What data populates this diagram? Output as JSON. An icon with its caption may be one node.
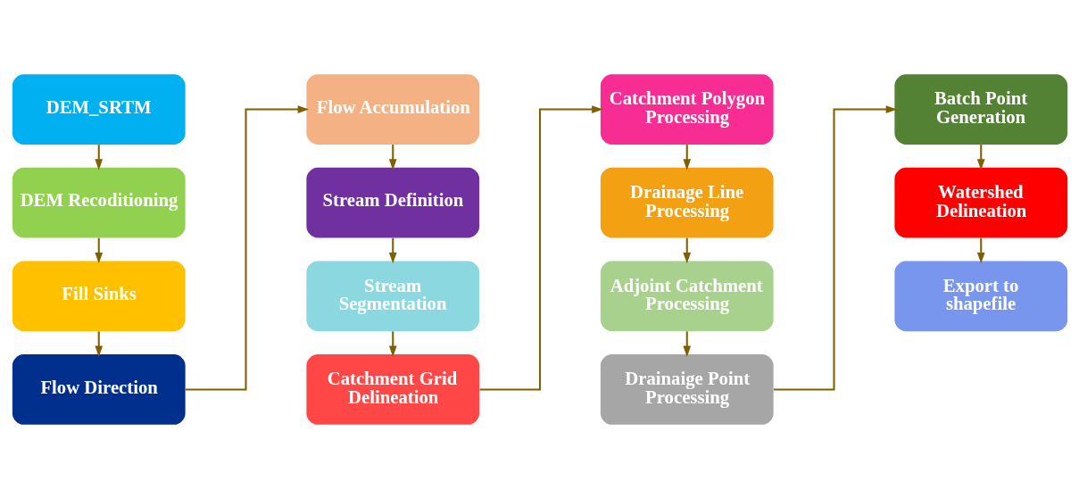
{
  "diagram": {
    "nodes": [
      {
        "text": [
          "DEM_SRTM"
        ]
      },
      {
        "text": [
          "DEM Recoditioning"
        ]
      },
      {
        "text": [
          "Fill Sinks"
        ]
      },
      {
        "text": [
          "Flow Direction"
        ]
      },
      {
        "text": [
          "Flow Accumulation"
        ]
      },
      {
        "text": [
          "Stream Definition"
        ]
      },
      {
        "text": [
          "Stream Segmentation"
        ]
      },
      {
        "text": [
          "Catchment Grid Delineation"
        ]
      },
      {
        "text": [
          "Catchment Polygon Processing"
        ]
      },
      {
        "text": [
          "Drainage Line Processing"
        ]
      },
      {
        "text": [
          "Adjoint Catchment Processing"
        ]
      },
      {
        "text": [
          "Drainaige Point Processing"
        ]
      },
      {
        "text": [
          "Batch Point Generation"
        ]
      },
      {
        "text": [
          "Watershed Delineation"
        ]
      },
      {
        "text": [
          "Export to shapefile"
        ]
      }
    ],
    "edges": [
      {
        "from": 0,
        "to": 1,
        "arrow": "to"
      },
      {
        "from": 1,
        "to": 2,
        "arrow": "to"
      },
      {
        "from": 2,
        "to": 3,
        "arrow": "to"
      },
      {
        "from": 3,
        "to": 4,
        "arrow": "to"
      },
      {
        "from": 4,
        "to": 5,
        "arrow": "to"
      },
      {
        "from": 5,
        "to": 6,
        "arrow": "to"
      },
      {
        "from": 6,
        "to": 7,
        "arrow": "to"
      },
      {
        "from": 7,
        "to": 8,
        "arrow": "to"
      },
      {
        "from": 8,
        "to": 9,
        "arrow": "to"
      },
      {
        "from": 9,
        "to": 10,
        "arrow": "to"
      },
      {
        "from": 10,
        "to": 11,
        "arrow": "to"
      },
      {
        "from": 11,
        "to": 12,
        "arrow": "to"
      },
      {
        "from": 12,
        "to": 13,
        "arrow": "to"
      },
      {
        "from": 13,
        "to": 14,
        "arrow": "to"
      }
    ]
  }
}
